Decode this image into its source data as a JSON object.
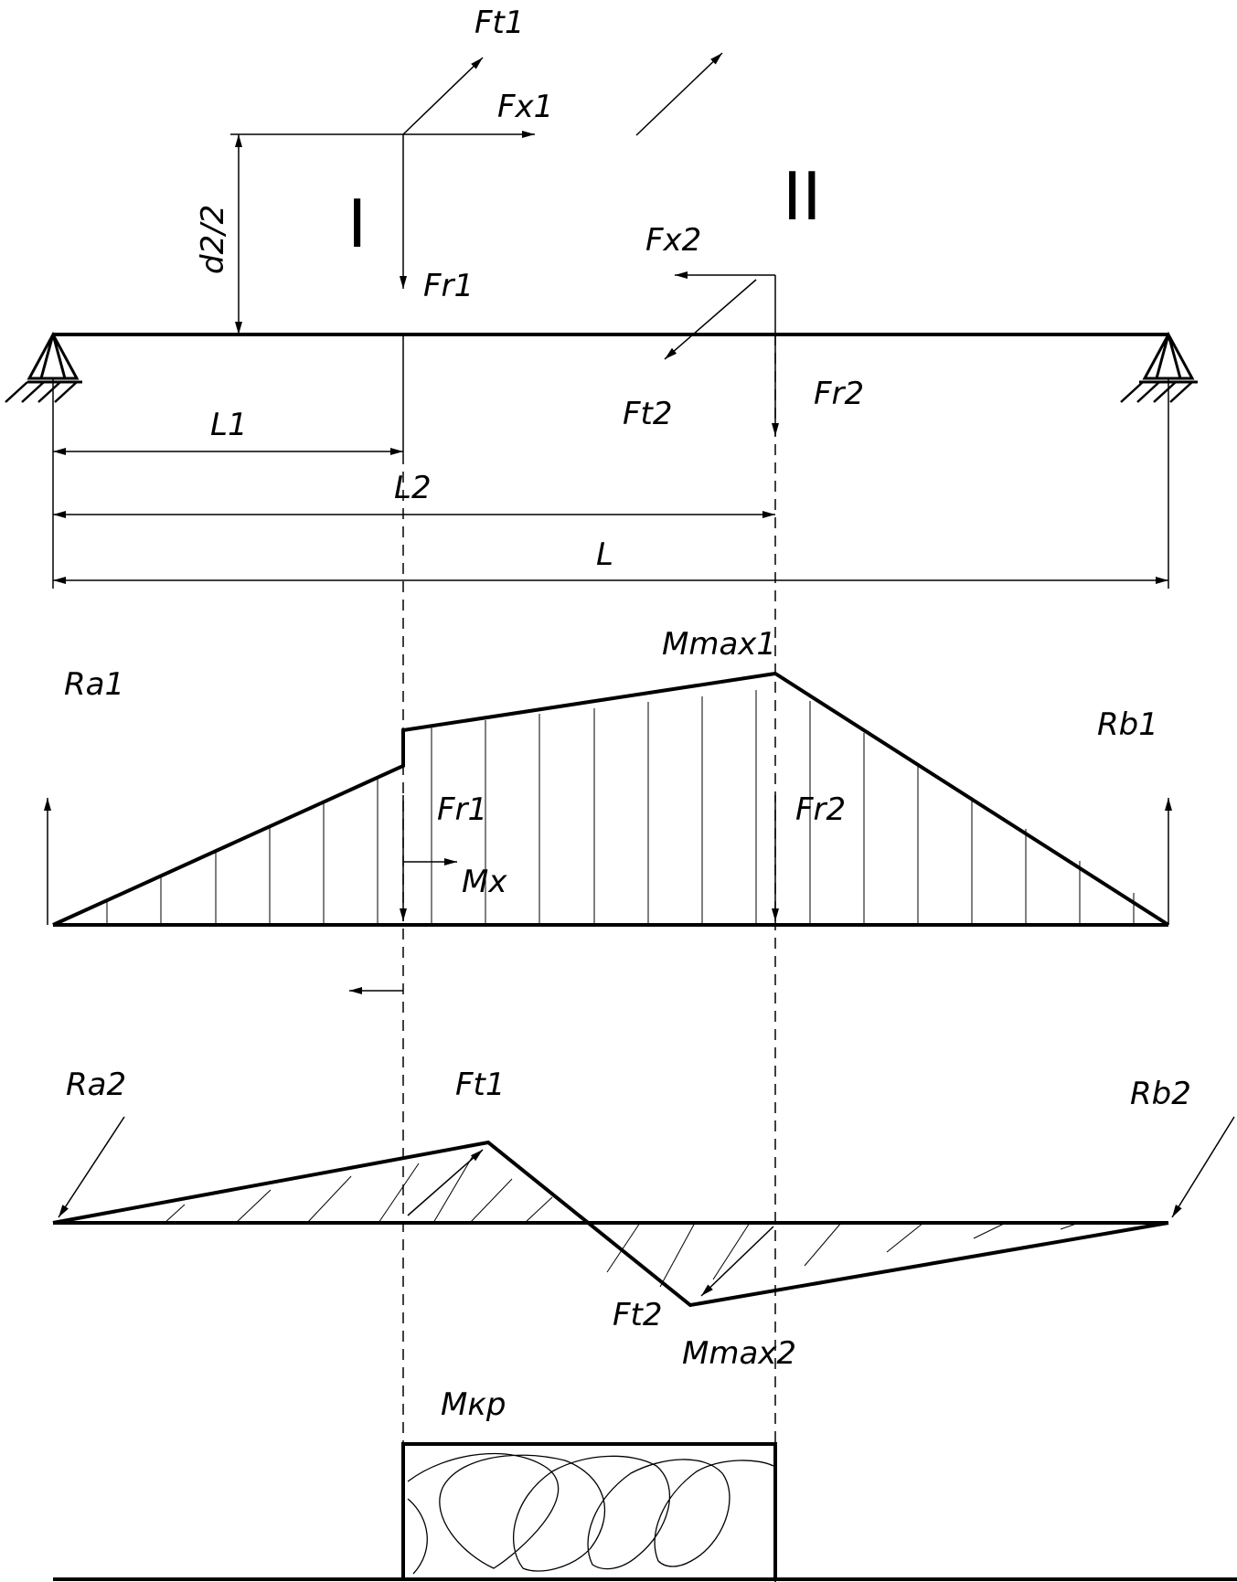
{
  "section_labels": {
    "section_1": "I",
    "section_2": "II"
  },
  "loads": {
    "ft1": "Ft1",
    "fx1": "Fx1",
    "fr1": "Fr1",
    "fx2": "Fx2",
    "ft2": "Ft2",
    "fr2": "Fr2",
    "d2_half": "d2/2"
  },
  "dimensions": {
    "l1": "L1",
    "l2": "L2",
    "l": "L"
  },
  "vertical_moment_diagram": {
    "ra": "Ra1",
    "rb": "Rb1",
    "mmax": "Mmax1",
    "fr1": "Fr1",
    "fr2": "Fr2",
    "mx": "Mx"
  },
  "horizontal_moment_diagram": {
    "ra": "Ra2",
    "rb": "Rb2",
    "ft1": "Ft1",
    "ft2": "Ft2",
    "mmax": "Mmax2"
  },
  "torque_diagram": {
    "label": "Мкр"
  }
}
